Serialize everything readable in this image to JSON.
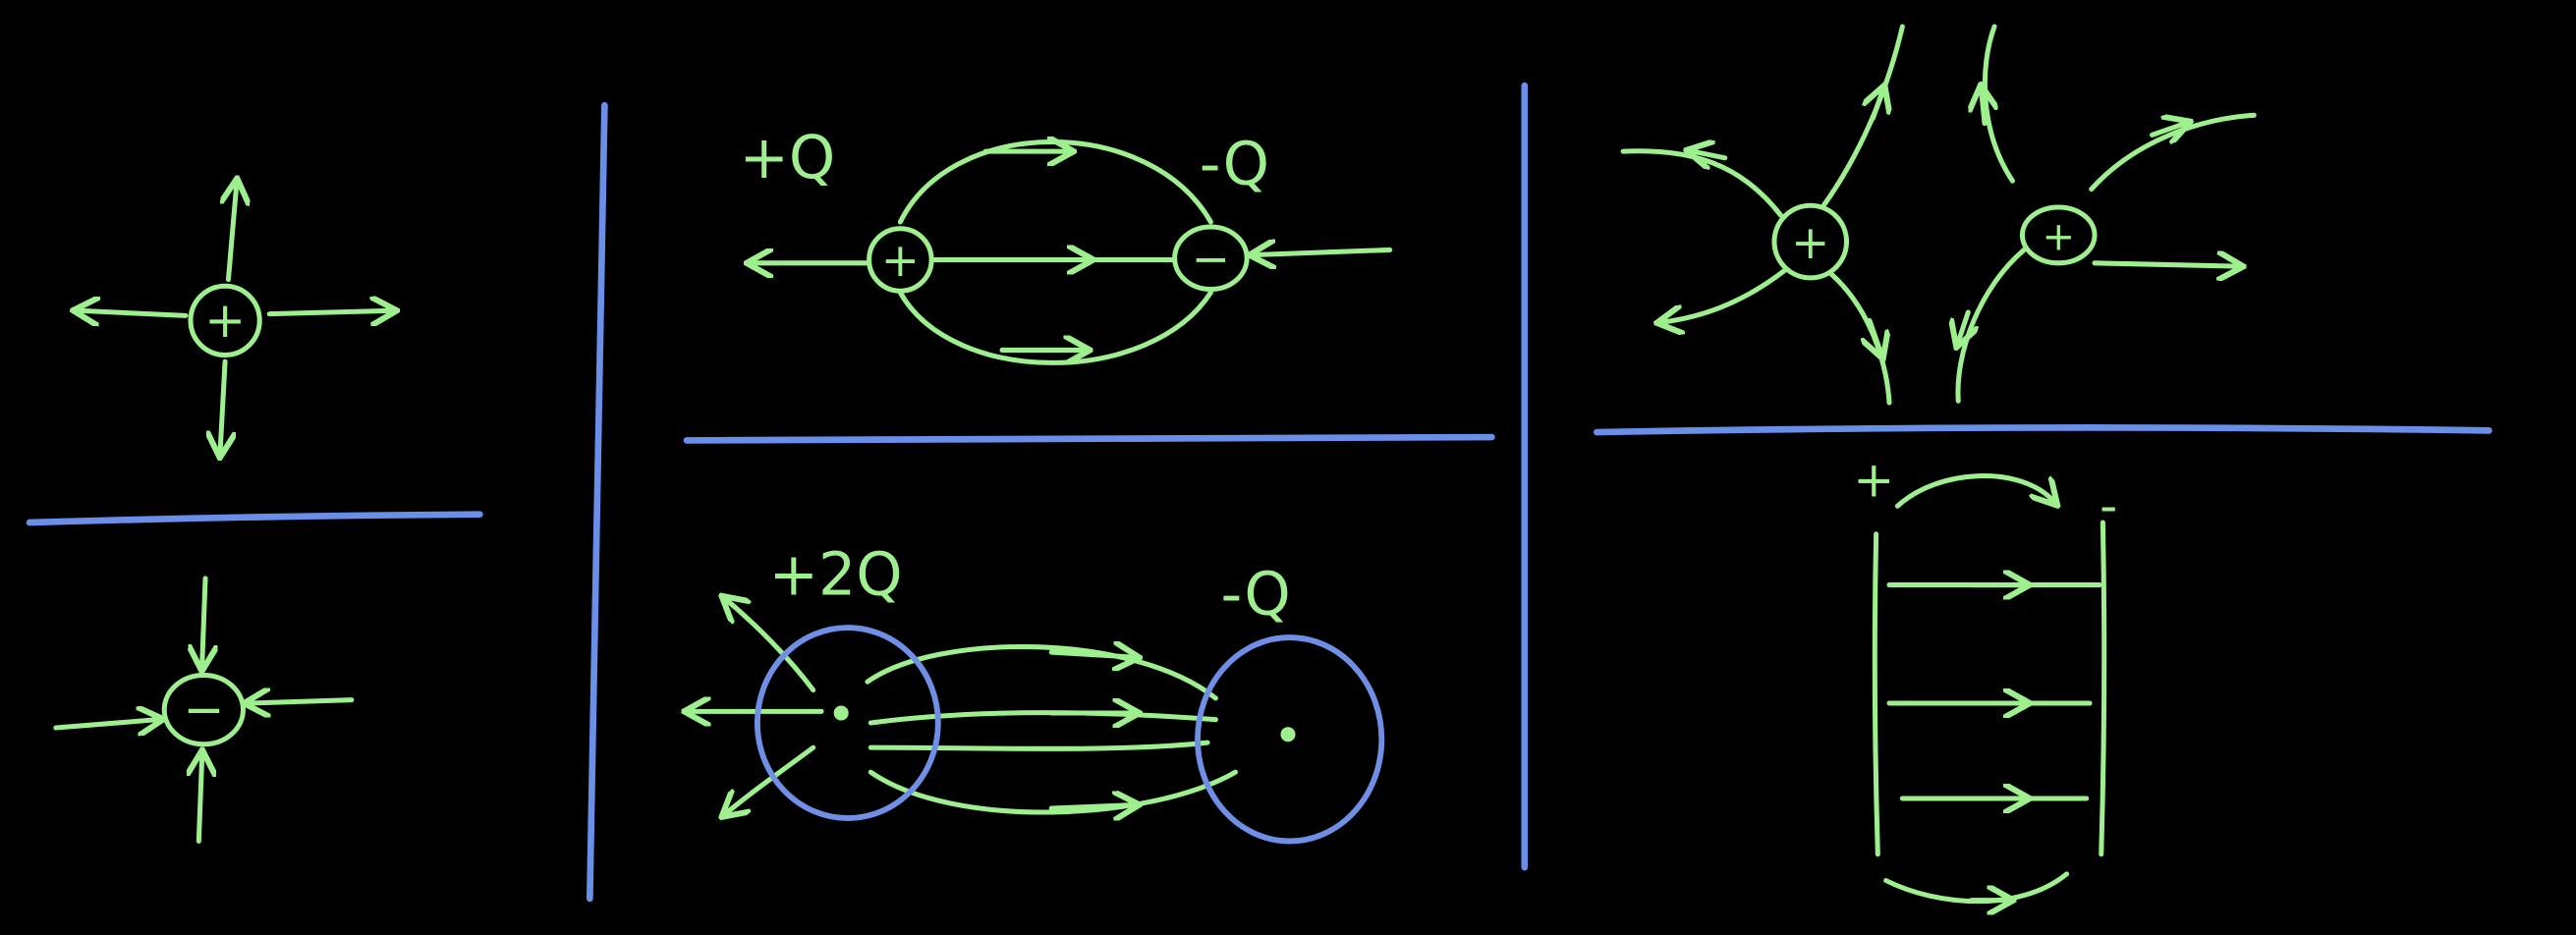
{
  "colors": {
    "background": "#000000",
    "field_line": "#9ef08e",
    "divider": "#6a8fe8",
    "equipotential": "#6f8fe6"
  },
  "labels": {
    "dipole_pos": "+Q",
    "dipole_neg": "-Q",
    "unequal_pos": "+2Q",
    "unequal_neg": "-Q",
    "plate_pos": "+",
    "plate_neg": "-"
  },
  "charge_signs": {
    "positive": "+",
    "negative": "−"
  }
}
